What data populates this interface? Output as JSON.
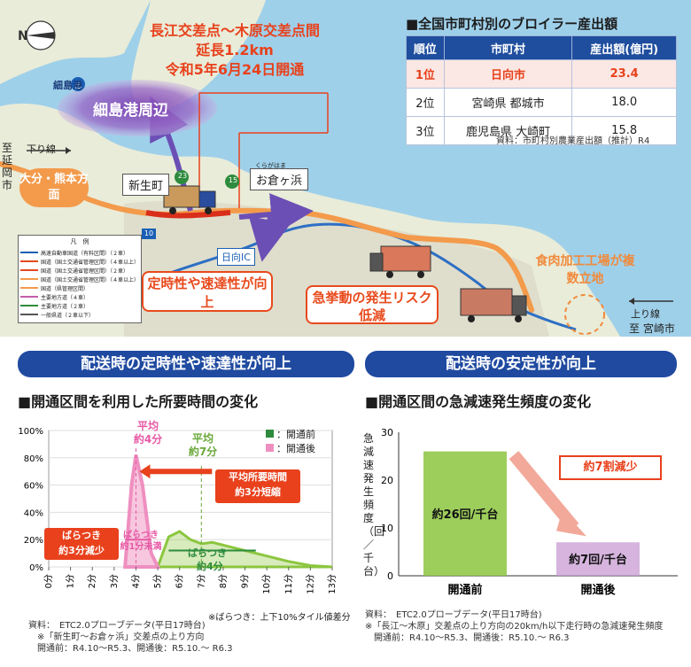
{
  "map": {
    "section_title": "長江交差点～木原交差点間",
    "length": "延長1.2km",
    "open_date": "令和5年6月24日開通",
    "port_label": "細島港",
    "port_area": "細島港周辺",
    "down_line": "下り線",
    "to_nobeoka": "至延岡市",
    "oita_kumamoto": "大分・熊本方面",
    "shinseimachi": "新生町",
    "okurahama": "お倉ヶ浜",
    "okurahama_ruby": "くらがはま",
    "hyuga_ic": "日向IC",
    "route_10": "10",
    "route_15": "15",
    "route_23": "23",
    "meat_plants": "食肉加工工場が複数立地",
    "up_line": "上り線",
    "to_miyazaki": "至 宮崎市",
    "punctual_callout": "定時性や速達性が向上",
    "risk_callout": "急挙動の発生リスク低減",
    "legend_title": "凡　例",
    "legend_items": [
      {
        "label": "高速自動車国道（有料区間）（２車）",
        "color": "#1a5fb4"
      },
      {
        "label": "国道（国土交通省管理区間）（４車以上）",
        "color": "#e34a1e"
      },
      {
        "label": "国道（国土交通省管理区間）（２車）",
        "color": "#e34a1e"
      },
      {
        "label": "国道（国土交通省管理区間）（４車以上）",
        "color": "#f39a4b"
      },
      {
        "label": "国道（県管理区間）",
        "color": "#f39a4b"
      },
      {
        "label": "主要地方道（４車）",
        "color": "#c35ea7"
      },
      {
        "label": "主要地方道（２車）",
        "color": "#2e8b3d"
      },
      {
        "label": "一般県道（２車以下）",
        "color": "#555555"
      }
    ]
  },
  "ranking": {
    "title": "■全国市町村別のブロイラー産出額",
    "headers": [
      "順位",
      "市町村",
      "産出額(億円)"
    ],
    "rows": [
      {
        "rank": "1位",
        "city": "日向市",
        "value": "23.4"
      },
      {
        "rank": "2位",
        "city": "宮崎県 都城市",
        "value": "18.0"
      },
      {
        "rank": "3位",
        "city": "鹿児島県 大崎町",
        "value": "15.8"
      }
    ],
    "source": "資料：市町村別農業産出額（推計）R4"
  },
  "left_panel": {
    "header": "配送時の定時性や速達性が向上",
    "subheader": "■開通区間を利用した所要時間の変化",
    "legend_before": "：開通前",
    "legend_after": "：開通後",
    "avg_after_label": "平均",
    "avg_after_value": "約4分",
    "avg_before_label": "平均",
    "avg_before_value": "約7分",
    "avg_time_callout_1": "平均所要時間",
    "avg_time_callout_2": "約3分短縮",
    "spread_callout_1": "ばらつき",
    "spread_callout_2": "約3分減少",
    "spread_after_label": "ばらつき",
    "spread_after_value": "約1分未満",
    "spread_before_label": "ばらつき",
    "spread_before_value": "約4分",
    "footnote": "※ばらつき：上下10%タイル値差分",
    "source_1": "資料：　ETC2.0プローブデータ(平日17時台)",
    "source_2": "　※「新生町～お倉ヶ浜」交差点の上り方向",
    "source_3": "　開通前：R4.10～R5.3、開通後：R5.10.～ R6.3"
  },
  "right_panel": {
    "header": "配送時の安定性が向上",
    "subheader": "■開通区間の急減速発生頻度の変化",
    "reduction_callout": "約7割減少",
    "source_1": "資料：　ETC2.0プローブデータ(平日17時台)",
    "source_2": "※「長江～木原」交差点の上り方向の20km/h以下走行時の急減速発生頻度",
    "source_3": "　開通前：R4.10～R5.3、開通後：R5.10.～ R6.3"
  },
  "chart_data": [
    {
      "type": "area",
      "title": "開通区間を利用した所要時間の変化",
      "xlabel": "",
      "ylabel": "",
      "x": [
        "0分",
        "1分",
        "2分",
        "3分",
        "4分",
        "5分",
        "6分",
        "7分",
        "8分",
        "9分",
        "10分",
        "11分",
        "12分",
        "13分"
      ],
      "y_ticks": [
        "0%",
        "20%",
        "40%",
        "60%",
        "80%",
        "100%"
      ],
      "ylim": [
        0,
        100
      ],
      "series": [
        {
          "name": "開通前",
          "color": "#8cc63f",
          "x": [
            5,
            5.5,
            6,
            6.5,
            7,
            7.5,
            8,
            9,
            10,
            11,
            12,
            13
          ],
          "values": [
            0,
            22,
            26,
            20,
            17,
            18,
            16,
            12,
            8,
            4,
            1,
            0
          ]
        },
        {
          "name": "開通後",
          "color": "#ef8fc0",
          "x": [
            3.5,
            3.8,
            4.0,
            4.3,
            4.7,
            5.0
          ],
          "values": [
            0,
            60,
            82,
            60,
            10,
            0
          ]
        }
      ]
    },
    {
      "type": "bar",
      "title": "開通区間の急減速発生頻度の変化",
      "ylabel": "急減速発生頻度（回／千台）",
      "categories": [
        "開通前",
        "開通後"
      ],
      "values": [
        26,
        7
      ],
      "value_labels": [
        "約26回/千台",
        "約7回/千台"
      ],
      "y_ticks": [
        "0",
        "10",
        "20",
        "30"
      ],
      "ylim": [
        0,
        30
      ],
      "colors": [
        "#8cc63f",
        "#c89bd3"
      ]
    }
  ]
}
